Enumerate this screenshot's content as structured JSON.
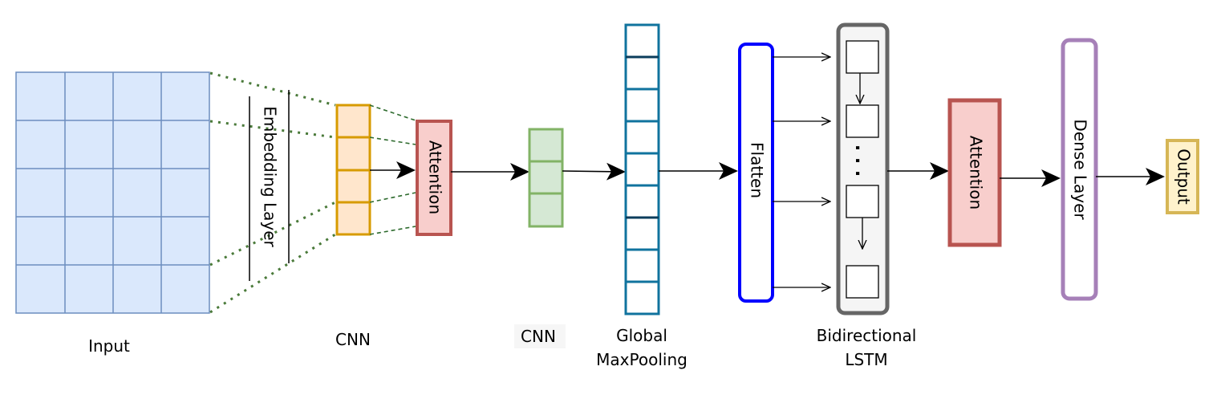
{
  "diagram": {
    "input_label": "Input",
    "embedding_label": "Embedding Layer",
    "cnn1_label": "CNN",
    "attention1_label": "Attention",
    "cnn2_label": "CNN",
    "pooling_label_line1": "Global",
    "pooling_label_line2": "MaxPooling",
    "flatten_label": "Flatten",
    "lstm_label_line1": "Bidirectional",
    "lstm_label_line2": "LSTM",
    "lstm_ellipsis": ". . .",
    "attention2_label": "Attention",
    "dense_label": "Dense Layer",
    "output_label": "Output"
  },
  "colors": {
    "input_fill": "#dae8fc",
    "input_stroke": "#6c8ebf",
    "cnn1_fill": "#ffe6cc",
    "cnn1_stroke": "#d79b00",
    "attention_fill": "#f8cecc",
    "attention_stroke": "#b85450",
    "cnn2_fill": "#d5e8d4",
    "cnn2_stroke": "#82b366",
    "pooling_stroke": "#10739e",
    "flatten_stroke": "#0000ff",
    "lstm_fill": "#f5f5f5",
    "lstm_stroke": "#666666",
    "dense_stroke": "#a680b8",
    "output_fill": "#fff2cc",
    "output_stroke": "#d6b656",
    "dotted_line": "#4a7a3a"
  }
}
